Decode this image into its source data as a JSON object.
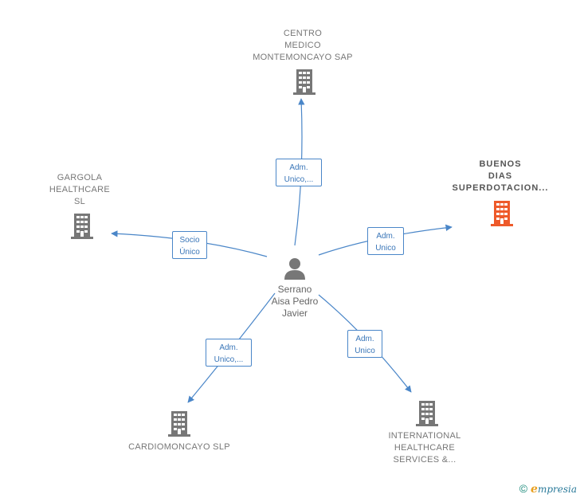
{
  "colors": {
    "edge": "#4a86c8",
    "company_icon": "#777777",
    "highlight_icon": "#ee5a2a",
    "person_icon": "#777777"
  },
  "center": {
    "lines": [
      "Serrano",
      "Aisa Pedro",
      "Javier"
    ],
    "icon": "person-icon"
  },
  "nodes": [
    {
      "id": "centro",
      "lines": [
        "CENTRO",
        "MEDICO",
        "MONTEMONCAYO SAP"
      ],
      "icon": "building-icon",
      "highlight": false
    },
    {
      "id": "gargola",
      "lines": [
        "GARGOLA",
        "HEALTHCARE",
        "SL"
      ],
      "icon": "building-icon",
      "highlight": false
    },
    {
      "id": "buenos",
      "lines": [
        "BUENOS",
        "DIAS",
        "SUPERDOTACION..."
      ],
      "icon": "building-icon",
      "highlight": true
    },
    {
      "id": "cardio",
      "lines": [
        "CARDIOMONCAYO SLP"
      ],
      "icon": "building-icon",
      "highlight": false
    },
    {
      "id": "international",
      "lines": [
        "INTERNATIONAL",
        "HEALTHCARE",
        "SERVICES &..."
      ],
      "icon": "building-icon",
      "highlight": false
    }
  ],
  "edges": [
    {
      "to": "centro",
      "lines": [
        "Adm.",
        "Unico,..."
      ]
    },
    {
      "to": "gargola",
      "lines": [
        "Socio",
        "Único"
      ]
    },
    {
      "to": "buenos",
      "lines": [
        "Adm.",
        "Unico"
      ]
    },
    {
      "to": "cardio",
      "lines": [
        "Adm.",
        "Unico,..."
      ]
    },
    {
      "to": "international",
      "lines": [
        "Adm.",
        "Unico"
      ]
    }
  ],
  "footer": {
    "copyright_symbol": "©",
    "brand_initial": "e",
    "brand_rest": "mpresia"
  }
}
